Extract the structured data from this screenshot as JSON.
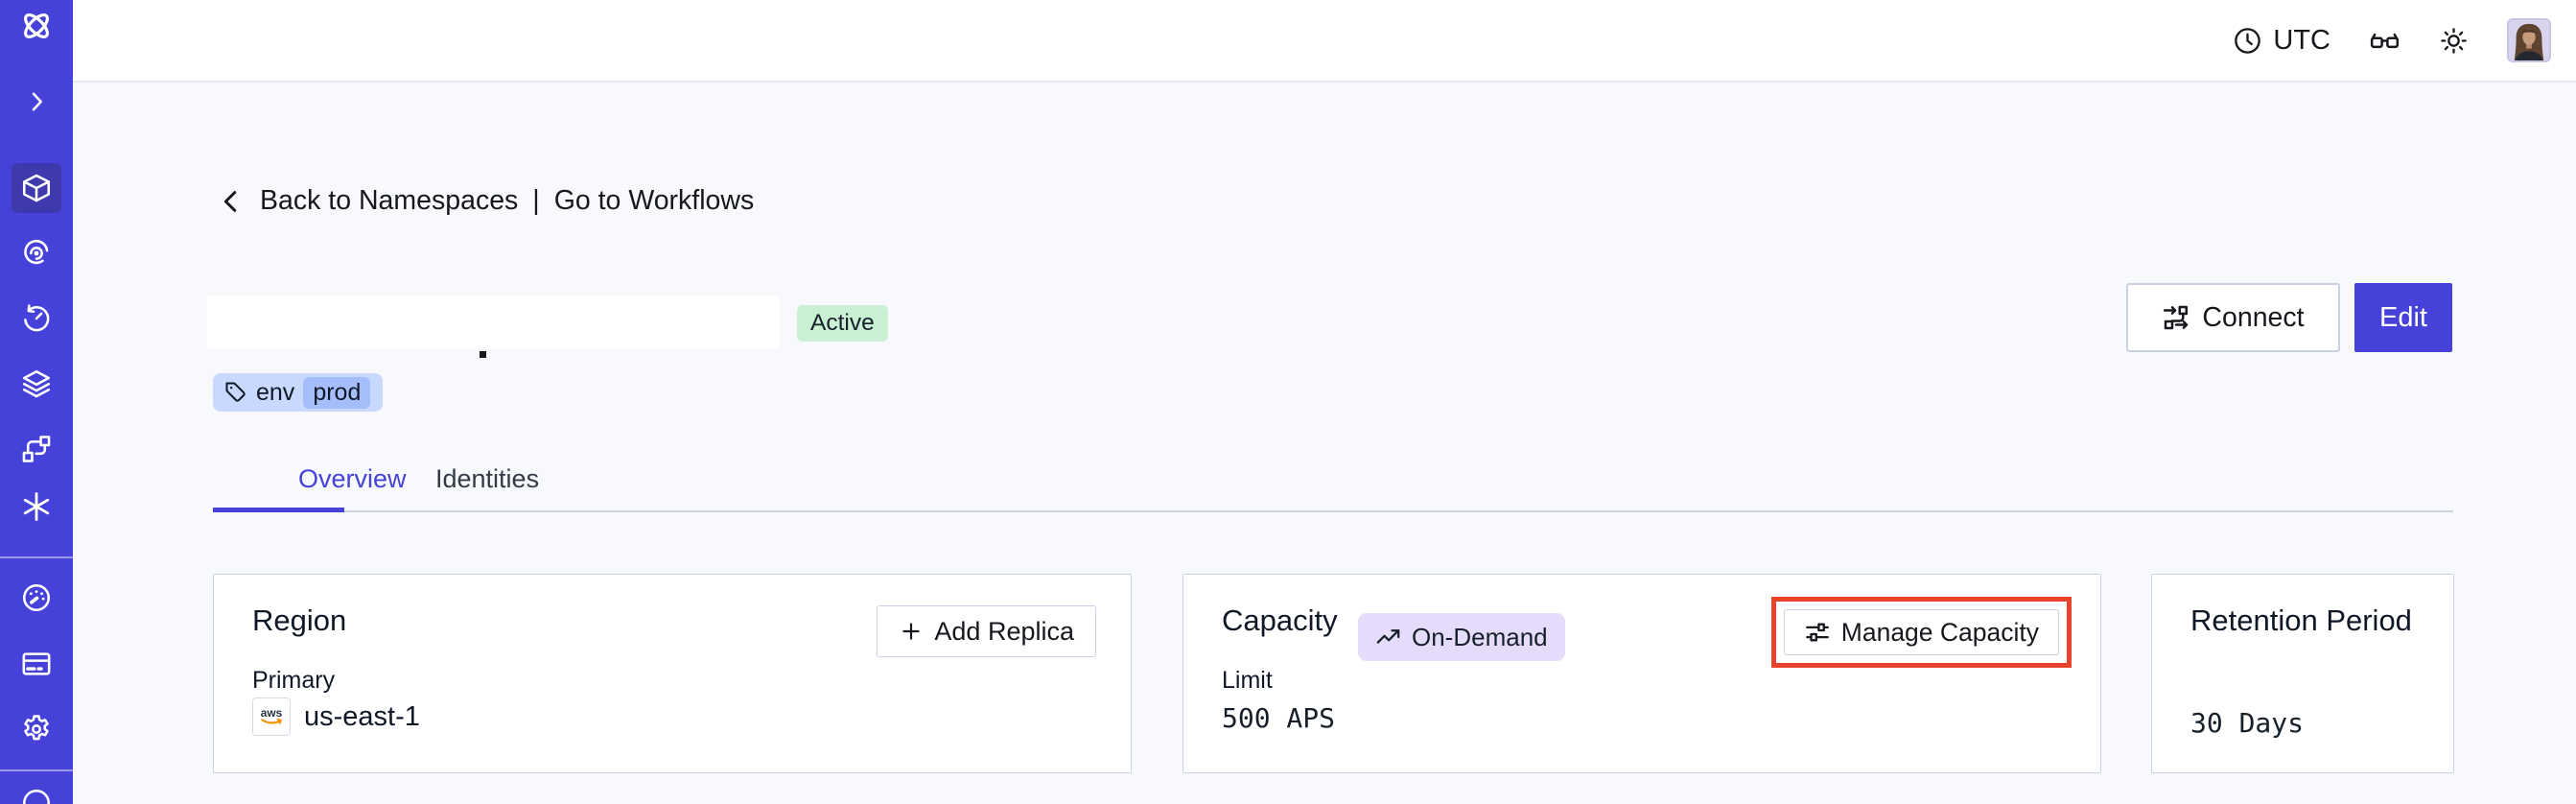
{
  "colors": {
    "accent": "#4642D9",
    "sidebar_active": "#3E3AAE",
    "annotation_red": "#E8432C",
    "status_active_bg": "#C9F0D3",
    "tag_bg": "#C9D8FE",
    "tag_chip_bg": "#A6BDFC",
    "badge_lavender_bg": "#E4DCFA",
    "page_bg": "#F7F9FC"
  },
  "sidebar": {
    "active_item": "namespaces",
    "icons": [
      "temporal-logo",
      "expand-sidebar",
      "namespaces",
      "workflows",
      "schedules",
      "deployments",
      "batch-operations",
      "nexus",
      "usage",
      "billing",
      "settings",
      "support"
    ]
  },
  "topbar": {
    "timezone_label": "UTC",
    "icons": [
      "clock",
      "glasses",
      "light-theme",
      "avatar"
    ]
  },
  "breadcrumb": {
    "back_label": "Back to Namespaces",
    "separator": "|",
    "workflows_label": "Go to Workflows"
  },
  "header": {
    "status_badge": "Active",
    "tag_key": "env",
    "tag_value": "prod",
    "connect_button": "Connect",
    "edit_button": "Edit"
  },
  "tabs": {
    "overview": "Overview",
    "identities": "Identities"
  },
  "cards": {
    "region": {
      "title": "Region",
      "add_replica_button": "Add Replica",
      "label": "Primary",
      "provider": "aws",
      "value": "us-east-1"
    },
    "capacity": {
      "title": "Capacity",
      "badge": "On-Demand",
      "manage_button": "Manage Capacity",
      "label": "Limit",
      "value": "500 APS"
    },
    "retention": {
      "title": "Retention Period",
      "value": "30 Days"
    }
  }
}
